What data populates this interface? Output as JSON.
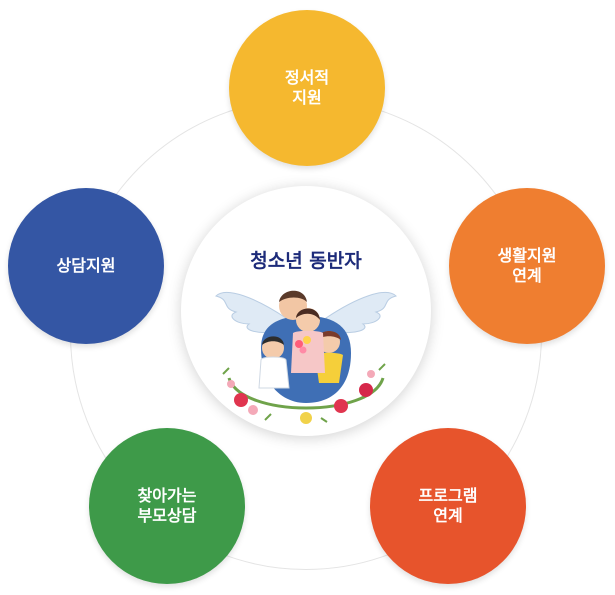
{
  "center": {
    "title": "청소년 동반자"
  },
  "nodes": [
    {
      "label": "정서적\n지원",
      "color": "#f5b82f"
    },
    {
      "label": "생활지원\n연계",
      "color": "#ef7e30"
    },
    {
      "label": "프로그램\n연계",
      "color": "#e7542c"
    },
    {
      "label": "찾아가는\n부모상담",
      "color": "#3e9a49"
    },
    {
      "label": "상담지원",
      "color": "#3456a4"
    }
  ]
}
